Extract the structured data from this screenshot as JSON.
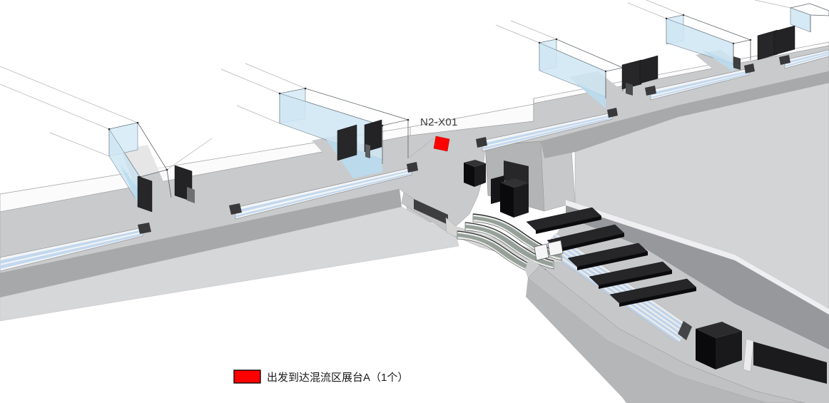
{
  "view": {
    "name": "departure-arrival-concourse-3d-render",
    "background": "#ffffff"
  },
  "marker": {
    "id_label": "N2-X01",
    "color": "#ff0000",
    "label_color": "#3a3a3a"
  },
  "legend": {
    "swatch_color": "#ff0000",
    "swatch_border": "#000000",
    "label": "出发到达混流区展台A（1个）",
    "text_color": "#1a1a1a"
  },
  "palette": {
    "floor": "#c9cacc",
    "deck": "#d3d4d6",
    "parapet": "#a7a8aa",
    "glass": "#cfe6f3",
    "signage_panel": "#27272a",
    "kiosk": "#0b0b0d",
    "walkway_strip": "#c3d8ee",
    "escalator": "#e9ebe8"
  }
}
